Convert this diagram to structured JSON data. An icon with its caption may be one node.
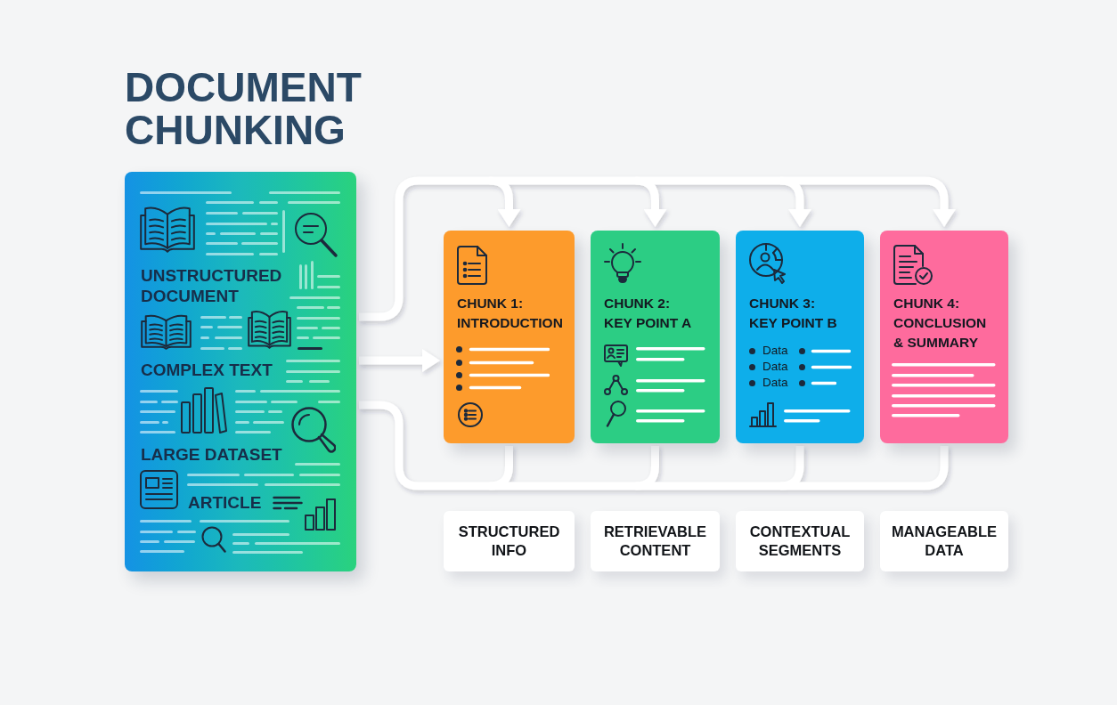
{
  "diagram": {
    "title": "DOCUMENT CHUNKING",
    "nodes": [
      {
        "text": [
          "UNSTRUCTURED DOCUMENT",
          "COMPLEX TEXT",
          "LARGE DATASET",
          "ARTICLE"
        ]
      },
      {
        "text": [
          "CHUNK 1: INTRODUCTION"
        ]
      },
      {
        "text": [
          "CHUNK 2: KEY POINT A"
        ]
      },
      {
        "text": [
          "CHUNK 3: KEY POINT B",
          "Data",
          "Data",
          "Data"
        ]
      },
      {
        "text": [
          "CHUNK 4: CONCLUSION & SUMMARY"
        ]
      },
      {
        "text": [
          "STRUCTURED INFO"
        ]
      },
      {
        "text": [
          "RETRIEVABLE CONTENT"
        ]
      },
      {
        "text": [
          "CONTEXTUAL SEGMENTS"
        ]
      },
      {
        "text": [
          "MANAGEABLE DATA"
        ]
      }
    ],
    "edges": [
      {
        "from": 0,
        "to": 1,
        "arrow": "to"
      },
      {
        "from": 0,
        "to": 2,
        "arrow": "to"
      },
      {
        "from": 0,
        "to": 3,
        "arrow": "to"
      },
      {
        "from": 0,
        "to": 4,
        "arrow": "to"
      },
      {
        "from": 0,
        "to": 1,
        "arrow": "to"
      },
      {
        "from": 0,
        "to": 1,
        "arrow": "none"
      },
      {
        "from": 0,
        "to": 2,
        "arrow": "none"
      },
      {
        "from": 0,
        "to": 3,
        "arrow": "none"
      },
      {
        "from": 0,
        "to": 4,
        "arrow": "none"
      }
    ]
  }
}
